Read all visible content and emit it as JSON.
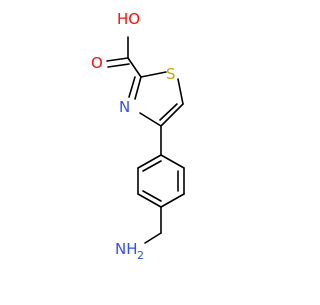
{
  "molecule": {
    "atoms": {
      "ho": {
        "text": "HO",
        "color": "#ff0d0d"
      },
      "o": {
        "text": "O",
        "color": "#ff0d0d"
      },
      "s": {
        "text": "S",
        "color": "#c8a800"
      },
      "n": {
        "text": "N",
        "color": "#3050f8"
      },
      "nh": {
        "text": "NH",
        "color": "#3050f8"
      },
      "h2": {
        "text": "2",
        "color": "#3050f8"
      }
    },
    "bond_color": "#000000"
  }
}
